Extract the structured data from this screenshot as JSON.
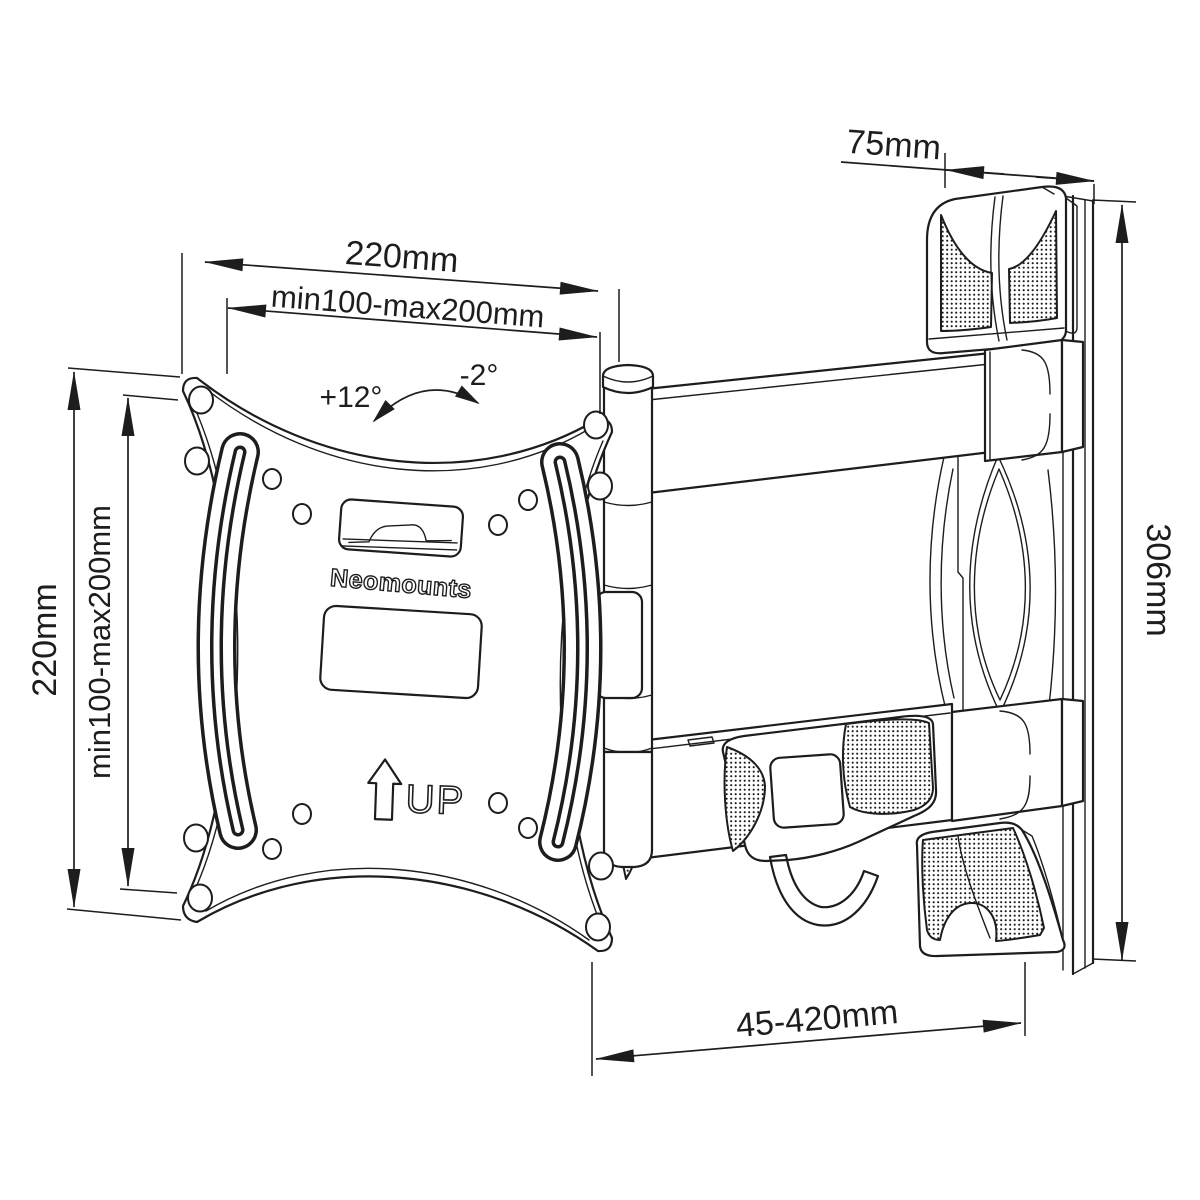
{
  "title": "Neomounts full-motion TV wall mount dimensional drawing",
  "brand": "Neomounts",
  "colors": {
    "line": "#1d1d1b",
    "background": "#ffffff"
  },
  "labels": {
    "plate_width": "220mm",
    "plate_vesa_width": "min100-max200mm",
    "plate_height": "220mm",
    "plate_vesa_height": "min100-max200mm",
    "tilt_up": "+12°",
    "tilt_down": "-2°",
    "orientation": "UP",
    "wall_bracket_depth": "75mm",
    "wall_bracket_height": "306mm",
    "extension_range": "45-420mm"
  }
}
